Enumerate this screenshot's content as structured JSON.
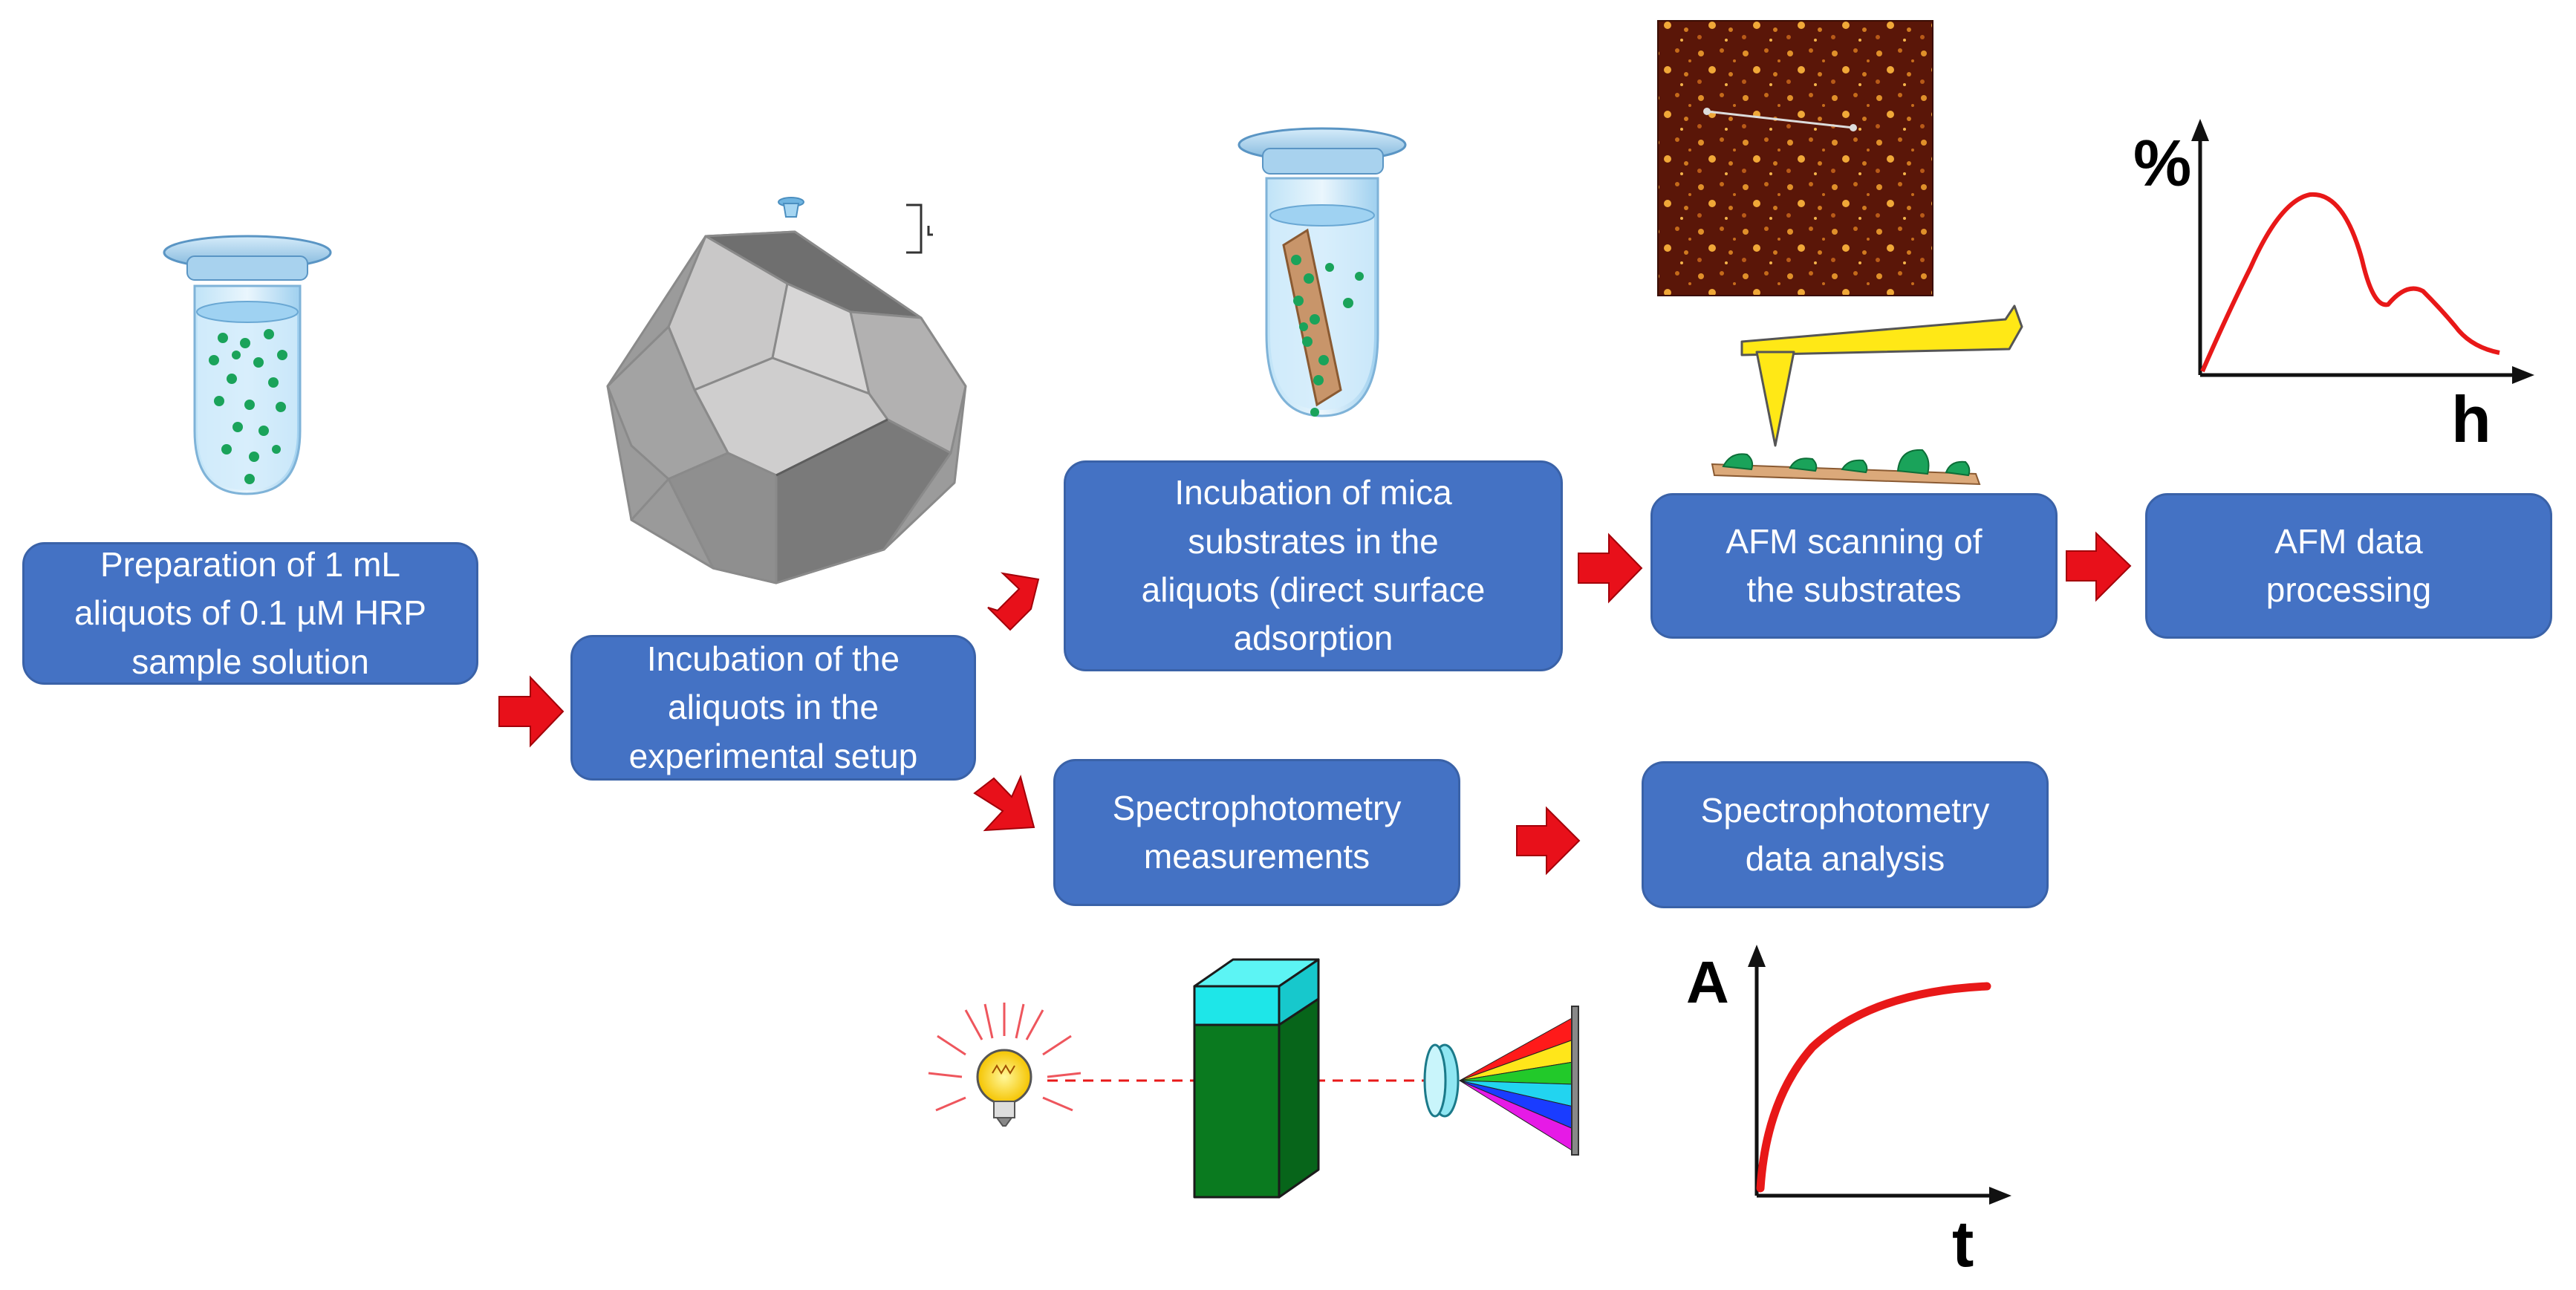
{
  "steps": {
    "preparation": [
      "Preparation of 1 mL",
      "aliquots of 0.1 µM HRP",
      "sample solution"
    ],
    "incubation_setup": [
      "Incubation of the",
      "aliquots in the",
      "experimental setup"
    ],
    "incubation_mica": [
      "Incubation of mica",
      "substrates in the",
      "aliquots (direct surface",
      "adsorption"
    ],
    "afm_scanning": [
      "AFM scanning of",
      "the substrates"
    ],
    "afm_processing": [
      "AFM data",
      "processing"
    ],
    "spectro_measurements": [
      "Spectrophotometry",
      "measurements"
    ],
    "spectro_analysis": [
      "Spectrophotometry",
      "data analysis"
    ]
  },
  "afm_plot": {
    "y_label": "%",
    "x_label": "h"
  },
  "absorbance_plot": {
    "y_label": "A",
    "x_label": "t"
  },
  "colors": {
    "box_fill": "#4472c4",
    "arrow": "#e8101a",
    "curve": "#e81818",
    "cuvette_liquid": "#0a7a1f",
    "cuvette_top": "#1ee6e8",
    "afm_tip": "#ffe816",
    "particles": "#1aa35a"
  },
  "icons": [
    "tube-icon",
    "dodecahedron-icon",
    "afm-image-icon",
    "afm-cantilever-icon",
    "lamp-icon",
    "cuvette-icon",
    "lens-icon",
    "spectrum-icon"
  ]
}
